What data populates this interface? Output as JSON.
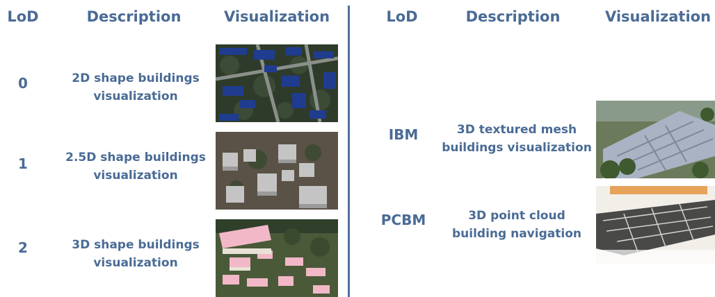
{
  "left_table": {
    "headers": {
      "lod": "LoD",
      "description": "Description",
      "visualization": "Visualization"
    },
    "rows": [
      {
        "lod": "0",
        "desc_line1": "2D shape buildings",
        "desc_line2": "visualization",
        "visual": "2d-footprint-render"
      },
      {
        "lod": "1",
        "desc_line1": "2.5D shape buildings",
        "desc_line2": "visualization",
        "visual": "extruded-block-render"
      },
      {
        "lod": "2",
        "desc_line1": "3D shape buildings",
        "desc_line2": "visualization",
        "visual": "roofed-building-render"
      }
    ]
  },
  "right_table": {
    "headers": {
      "lod": "LoD",
      "description": "Description",
      "visualization": "Visualization"
    },
    "rows": [
      {
        "lod": "IBM",
        "desc_line1": "3D textured mesh",
        "desc_line2": "buildings visualization",
        "visual": "textured-mesh-render"
      },
      {
        "lod": "PCBM",
        "desc_line1": "3D point cloud",
        "desc_line2": "building navigation",
        "visual": "point-cloud-render"
      }
    ]
  },
  "colors": {
    "text": "#4a6b95",
    "divider": "#4f6f9a"
  }
}
